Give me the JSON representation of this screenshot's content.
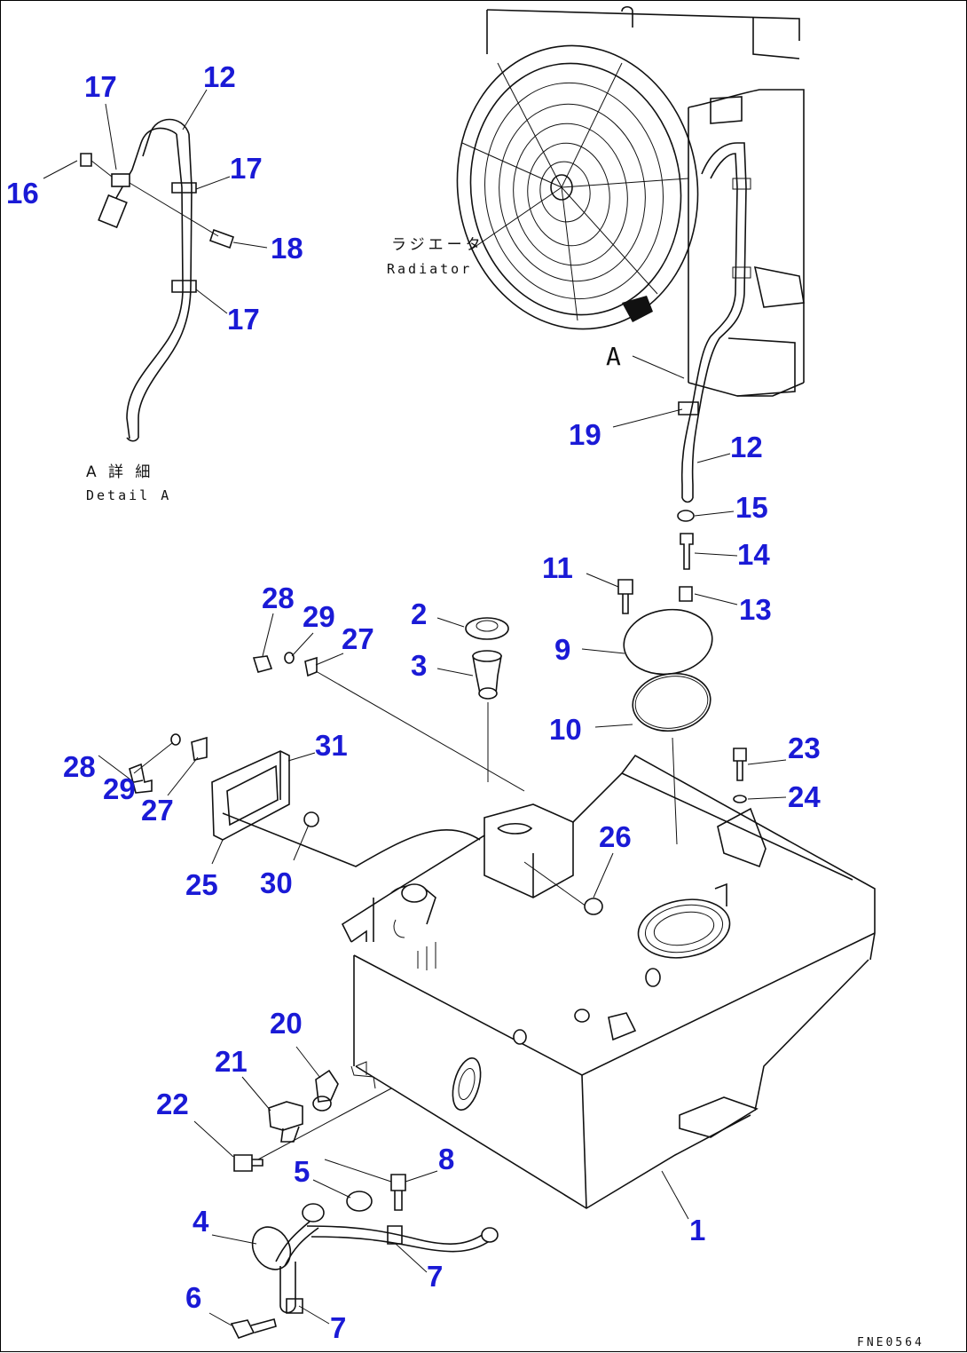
{
  "diagram": {
    "detail_label_jp": "A 詳 細",
    "detail_label_en": "Detail A",
    "radiator_label_jp": "ラジエータ",
    "radiator_label_en": "Radiator",
    "view_marker": "A",
    "drawing_code": "FNE0564",
    "callouts": [
      {
        "id": "c17a",
        "num": "17"
      },
      {
        "id": "c12a",
        "num": "12"
      },
      {
        "id": "c16",
        "num": "16"
      },
      {
        "id": "c17b",
        "num": "17"
      },
      {
        "id": "c18",
        "num": "18"
      },
      {
        "id": "c17c",
        "num": "17"
      },
      {
        "id": "c19",
        "num": "19"
      },
      {
        "id": "c12b",
        "num": "12"
      },
      {
        "id": "c15",
        "num": "15"
      },
      {
        "id": "c14",
        "num": "14"
      },
      {
        "id": "c11",
        "num": "11"
      },
      {
        "id": "c13",
        "num": "13"
      },
      {
        "id": "c2",
        "num": "2"
      },
      {
        "id": "c3",
        "num": "3"
      },
      {
        "id": "c9",
        "num": "9"
      },
      {
        "id": "c10",
        "num": "10"
      },
      {
        "id": "c28a",
        "num": "28"
      },
      {
        "id": "c29a",
        "num": "29"
      },
      {
        "id": "c27a",
        "num": "27"
      },
      {
        "id": "c31",
        "num": "31"
      },
      {
        "id": "c28b",
        "num": "28"
      },
      {
        "id": "c29b",
        "num": "29"
      },
      {
        "id": "c27b",
        "num": "27"
      },
      {
        "id": "c23",
        "num": "23"
      },
      {
        "id": "c24",
        "num": "24"
      },
      {
        "id": "c26",
        "num": "26"
      },
      {
        "id": "c25",
        "num": "25"
      },
      {
        "id": "c30",
        "num": "30"
      },
      {
        "id": "c20",
        "num": "20"
      },
      {
        "id": "c21",
        "num": "21"
      },
      {
        "id": "c22",
        "num": "22"
      },
      {
        "id": "c8",
        "num": "8"
      },
      {
        "id": "c5",
        "num": "5"
      },
      {
        "id": "c4",
        "num": "4"
      },
      {
        "id": "c1",
        "num": "1"
      },
      {
        "id": "c7a",
        "num": "7"
      },
      {
        "id": "c6",
        "num": "6"
      },
      {
        "id": "c7b",
        "num": "7"
      }
    ]
  }
}
